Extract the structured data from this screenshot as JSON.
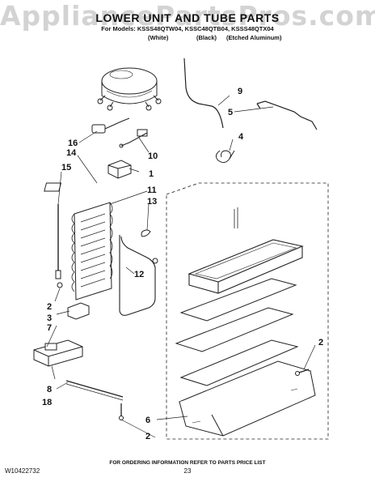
{
  "watermark": "AppliancePartsPros.com",
  "title": "LOWER UNIT AND TUBE PARTS",
  "models_line": "For Models: KSSS48QTW04, KSSC48QTB04, KSSS48QTX04",
  "finishes": [
    "(White)",
    "(Black)",
    "(Etched Aluminum)"
  ],
  "footer": "FOR ORDERING INFORMATION REFER TO PARTS PRICE LIST",
  "page_number": "23",
  "doc_number": "W10422732",
  "callouts": {
    "c9": "9",
    "c5": "5",
    "c4": "4",
    "c16": "16",
    "c10": "10",
    "c14": "14",
    "c15": "15",
    "c1": "1",
    "c11": "11",
    "c13": "13",
    "c12": "12",
    "c2a": "2",
    "c3": "3",
    "c7": "7",
    "c8": "8",
    "c18": "18",
    "c6": "6",
    "c2b": "2",
    "c2c": "2"
  }
}
